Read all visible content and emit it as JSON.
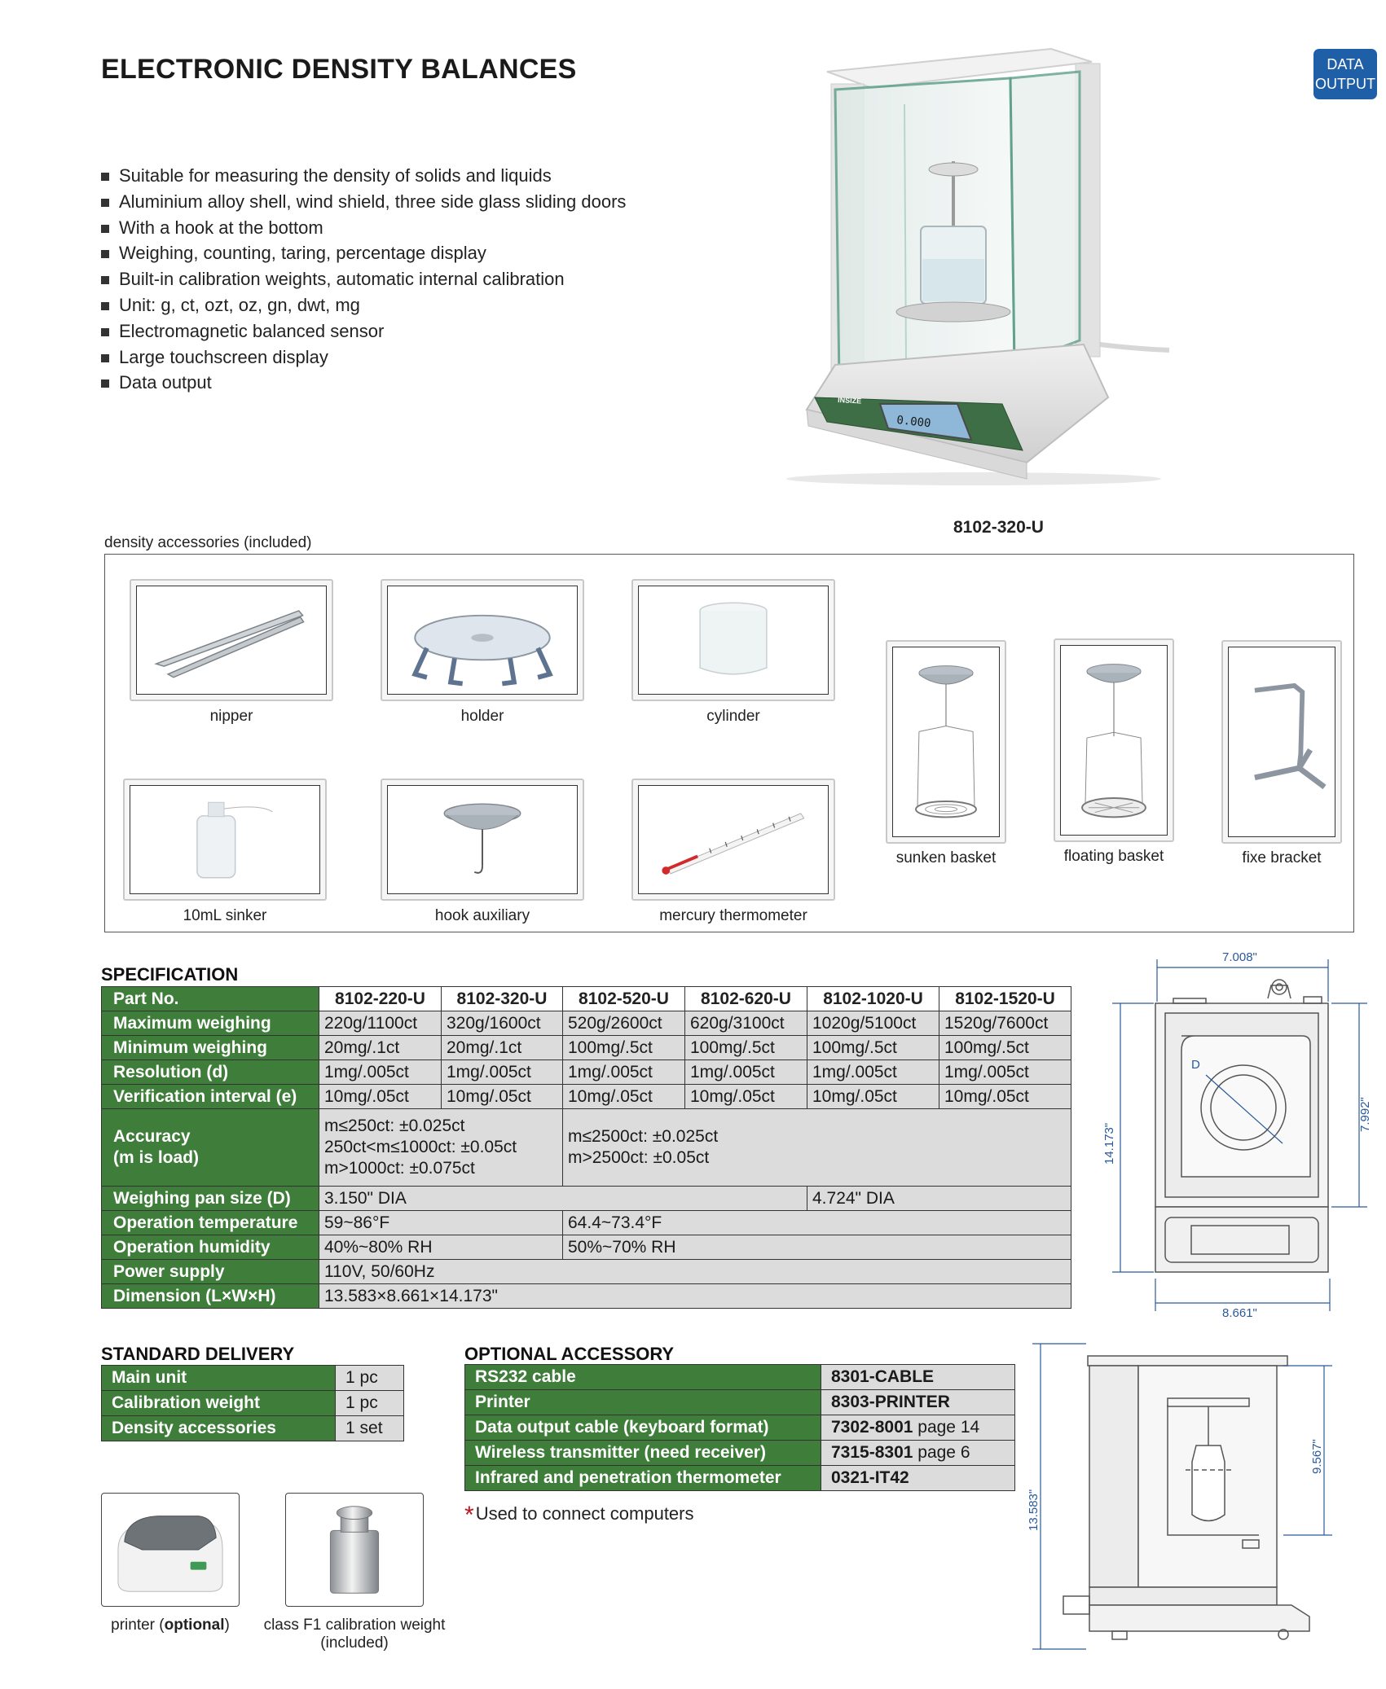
{
  "header": {
    "title": "ELECTRONIC DENSITY BALANCES",
    "badge_line1": "DATA",
    "badge_line2": "OUTPUT"
  },
  "features": [
    "Suitable for measuring the density of solids and liquids",
    "Aluminium alloy shell, wind shield, three side glass sliding doors",
    "With a hook at the bottom",
    "Weighing, counting, taring, percentage display",
    "Built-in calibration weights, automatic internal calibration",
    "Unit: g, ct, ozt, oz, gn, dwt, mg",
    "Electromagnetic balanced sensor",
    "Large touchscreen display",
    "Data output"
  ],
  "product": {
    "model_label": "8102-320-U",
    "display_reading": "0.000",
    "brand": "INSIZE"
  },
  "accessories": {
    "caption": "density accessories (included)",
    "items": [
      {
        "label": "nipper"
      },
      {
        "label": "holder"
      },
      {
        "label": "cylinder"
      },
      {
        "label": "10mL sinker"
      },
      {
        "label": "hook auxiliary"
      },
      {
        "label": "mercury thermometer"
      },
      {
        "label": "sunken basket"
      },
      {
        "label": "floating basket"
      },
      {
        "label": "fixe bracket"
      }
    ]
  },
  "specification": {
    "heading": "SPECIFICATION",
    "part_no_label": "Part No.",
    "models": [
      "8102-220-U",
      "8102-320-U",
      "8102-520-U",
      "8102-620-U",
      "8102-1020-U",
      "8102-1520-U"
    ],
    "rows": {
      "max_weighing": {
        "label": "Maximum weighing",
        "values": [
          "220g/1100ct",
          "320g/1600ct",
          "520g/2600ct",
          "620g/3100ct",
          "1020g/5100ct",
          "1520g/7600ct"
        ]
      },
      "min_weighing": {
        "label": "Minimum weighing",
        "values": [
          "20mg/.1ct",
          "20mg/.1ct",
          "100mg/.5ct",
          "100mg/.5ct",
          "100mg/.5ct",
          "100mg/.5ct"
        ]
      },
      "resolution": {
        "label": "Resolution (d)",
        "values": [
          "1mg/.005ct",
          "1mg/.005ct",
          "1mg/.005ct",
          "1mg/.005ct",
          "1mg/.005ct",
          "1mg/.005ct"
        ]
      },
      "verification": {
        "label": "Verification interval (e)",
        "values": [
          "10mg/.05ct",
          "10mg/.05ct",
          "10mg/.05ct",
          "10mg/.05ct",
          "10mg/.05ct",
          "10mg/.05ct"
        ]
      },
      "accuracy": {
        "label_line1": "Accuracy",
        "label_line2": "(m is load)",
        "group1": [
          "m≤250ct: ±0.025ct",
          "250ct<m≤1000ct: ±0.05ct",
          "m>1000ct: ±0.075ct"
        ],
        "group2": [
          "m≤2500ct: ±0.025ct",
          "m>2500ct: ±0.05ct"
        ]
      },
      "pan_size": {
        "label": "Weighing pan size (D)",
        "group1": "3.150\" DIA",
        "group2": "4.724\" DIA"
      },
      "op_temp": {
        "label": "Operation temperature",
        "group1": "59~86°F",
        "group2": "64.4~73.4°F"
      },
      "op_humidity": {
        "label": "Operation humidity",
        "group1": "40%~80% RH",
        "group2": "50%~70% RH"
      },
      "power": {
        "label": "Power supply",
        "value": "110V, 50/60Hz"
      },
      "dimension": {
        "label": "Dimension (L×W×H)",
        "value": "13.583×8.661×14.173\""
      }
    }
  },
  "standard_delivery": {
    "heading": "STANDARD DELIVERY",
    "items": [
      {
        "label": "Main unit",
        "qty": "1 pc"
      },
      {
        "label": "Calibration weight",
        "qty": "1 pc"
      },
      {
        "label": "Density accessories",
        "qty": "1 set"
      }
    ]
  },
  "optional_accessory": {
    "heading": "OPTIONAL ACCESSORY",
    "items": [
      {
        "label": "RS232 cable",
        "code": "8301-CABLE",
        "page": ""
      },
      {
        "label": "Printer",
        "code": "8303-PRINTER",
        "page": ""
      },
      {
        "label": "Data output cable (keyboard format)",
        "code": "7302-8001",
        "page": " page 14"
      },
      {
        "label": "Wireless transmitter (need receiver)",
        "code": "7315-8301",
        "page": " page 6"
      },
      {
        "label": "Infrared and penetration thermometer",
        "code": "0321-IT42",
        "page": ""
      }
    ],
    "note_star": "*",
    "note": "Used to connect computers"
  },
  "bottom_products": {
    "printer_prefix": "printer (",
    "printer_bold": "optional",
    "printer_suffix": ")",
    "weight_line1": "class F1 calibration weight",
    "weight_line2": "(included)"
  },
  "dimensions": {
    "top_width": "7.008\"",
    "left_height": "14.173\"",
    "right_height": "7.992\"",
    "bottom_width": "8.661\"",
    "pan_marker": "D",
    "side_height": "13.583\"",
    "side_inner": "9.567\""
  },
  "colors": {
    "label_green": "#3f7e3a",
    "value_gray": "#dcdcdc",
    "badge_blue": "#1f5fa8",
    "note_red": "#c0141c",
    "dimension_blue": "#2a5a9a"
  }
}
